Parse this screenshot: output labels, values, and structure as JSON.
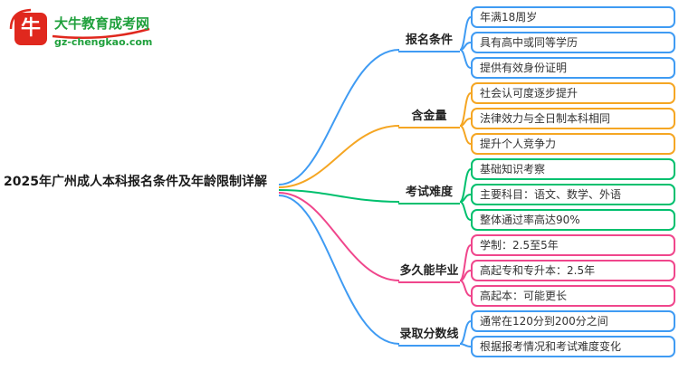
{
  "logo": {
    "badge_glyph": "牛",
    "title": "大牛教育成考网",
    "domain": "gz-chengkao.com"
  },
  "central": {
    "title": "2025年广州成人本科报名条件及年龄限制详解"
  },
  "colors": {
    "blue": "#3f9bf3",
    "orange": "#f5a623",
    "green": "#00c06e",
    "pink": "#f0468c",
    "brand_red": "#e0281e",
    "brand_green": "#1fa03c"
  },
  "branches": [
    {
      "label": "报名条件",
      "color": "#3f9bf3",
      "children": [
        "年满18周岁",
        "具有高中或同等学历",
        "提供有效身份证明"
      ]
    },
    {
      "label": "含金量",
      "color": "#f5a623",
      "children": [
        "社会认可度逐步提升",
        "法律效力与全日制本科相同",
        "提升个人竞争力"
      ]
    },
    {
      "label": "考试难度",
      "color": "#00c06e",
      "children": [
        "基础知识考察",
        "主要科目：语文、数学、外语",
        "整体通过率高达90%"
      ]
    },
    {
      "label": "多久能毕业",
      "color": "#f0468c",
      "children": [
        "学制：2.5至5年",
        "高起专和专升本：2.5年",
        "高起本：可能更长"
      ]
    },
    {
      "label": "录取分数线",
      "color": "#3f9bf3",
      "children": [
        "通常在120分到200分之间",
        "根据报考情况和考试难度变化"
      ]
    }
  ]
}
